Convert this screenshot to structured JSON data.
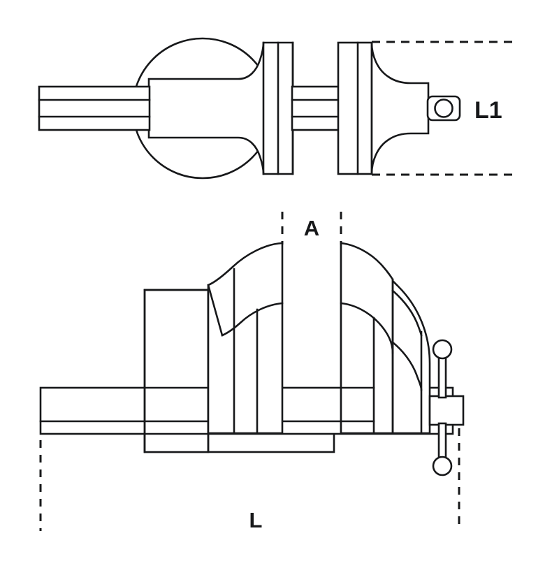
{
  "drawing": {
    "title": "Bench vice technical drawing",
    "description": "Two orthographic views of a swivel-base bench vice: a plan (top) view and a front elevation view, annotated with dimension callouts.",
    "background_color": "#ffffff",
    "line_color": "#17181a",
    "views": [
      {
        "id": "plan-view",
        "name": "Top plan view",
        "features": [
          "swivel base circle",
          "fixed jaw body",
          "slide bars",
          "moving jaw flange",
          "square drive socket with round hole"
        ]
      },
      {
        "id": "elevation-view",
        "name": "Front elevation view",
        "features": [
          "rear body block",
          "fixed jaw",
          "movable jaw",
          "slide bar",
          "base plate",
          "tommy bar handle with two ball ends"
        ]
      }
    ]
  },
  "dimensions": {
    "L1": {
      "label": "L1",
      "view": "plan-view",
      "description": "Overall width across the plan view between the two horizontal dashed extension lines"
    },
    "A": {
      "label": "A",
      "view": "elevation-view",
      "description": "Jaw opening width between the two vertical dashed extension lines at the jaws"
    },
    "L": {
      "label": "L",
      "view": "elevation-view",
      "description": "Overall length between the left and right vertical dashed extension lines"
    }
  },
  "labels": {
    "l1_text": "L1",
    "a_text": "A",
    "l_text": "L"
  },
  "style": {
    "stroke_width": "2.6",
    "dash_pattern": "12 9",
    "label_font_size_l1": "34",
    "label_font_size_a": "30",
    "label_font_size_l": "30"
  }
}
